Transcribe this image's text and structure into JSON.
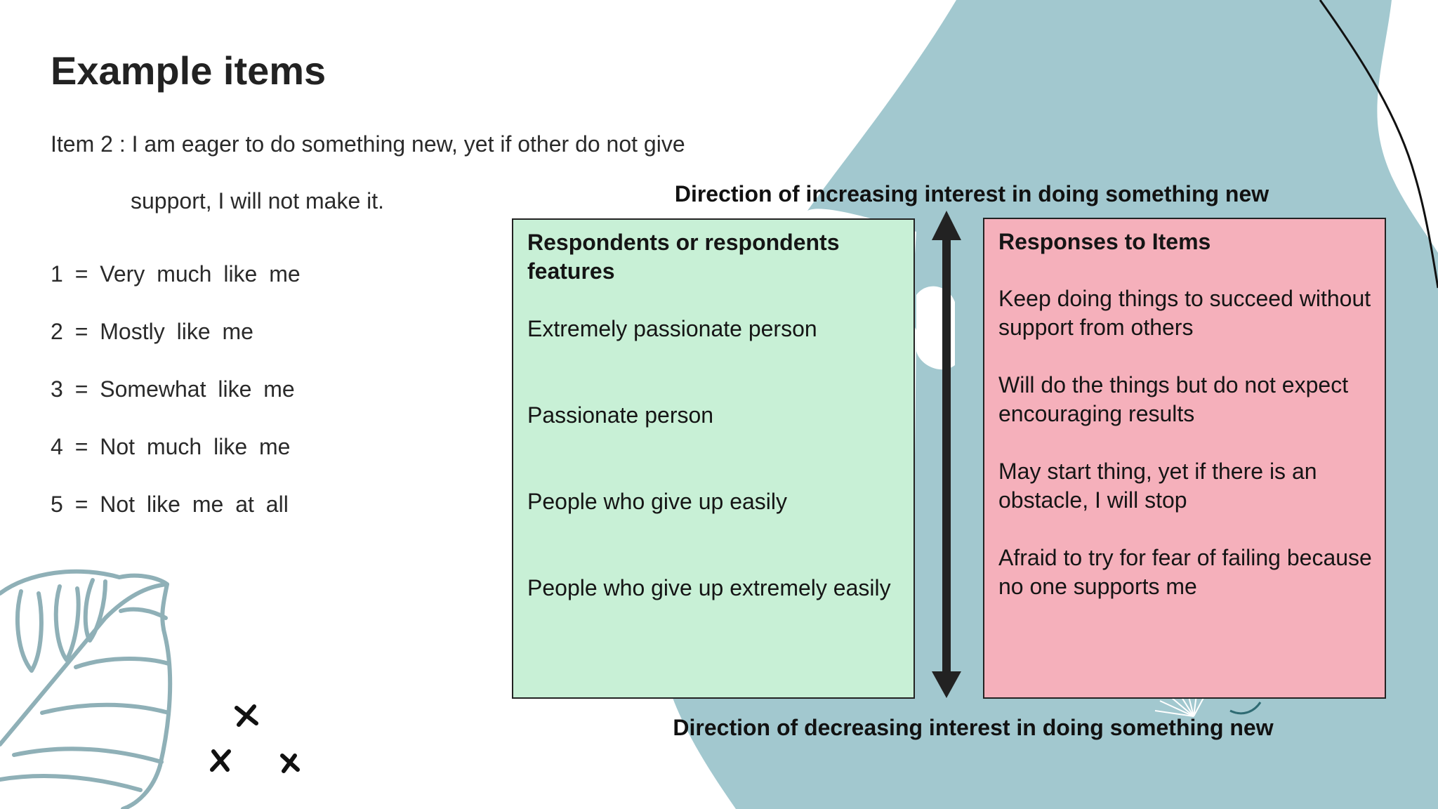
{
  "slide": {
    "title": "Example items",
    "item_line1": "Item 2 : I am eager to do something new, yet if other do not give",
    "item_line2": "support, I will not make it.",
    "scale": [
      "1 = Very much like me",
      "2 = Mostly like me",
      "3 = Somewhat like me",
      "4 = Not much like me",
      "5 = Not like me at all"
    ]
  },
  "diagram": {
    "top_label": "Direction of increasing interest in doing something new",
    "bottom_label": "Direction of decreasing interest in doing something new",
    "left_box": {
      "title": "Respondents or respondents features",
      "items": [
        "Extremely passionate person",
        "Passionate person",
        "People who give up easily",
        "People who give up extremely easily"
      ]
    },
    "right_box": {
      "title": "Responses to Items",
      "items": [
        "Keep doing things to succeed without support from others",
        "Will do the things but do not expect encouraging results",
        "May start thing, yet if there is an obstacle, I will stop",
        "Afraid to try for fear of failing because no one supports me"
      ]
    }
  },
  "colors": {
    "background_blob": "#a2c8cf",
    "leaf_stroke": "#8fb0b7",
    "left_box_fill": "#c8f0d6",
    "right_box_fill": "#f5b0bb",
    "arrow": "#222222"
  },
  "icons": [
    "leaf-outline-icon",
    "x-mark-icon",
    "curved-line-icon",
    "flower-icon"
  ]
}
